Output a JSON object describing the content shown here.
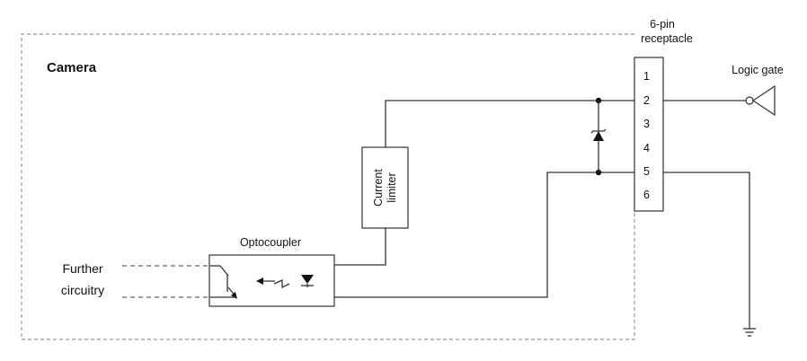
{
  "camera": {
    "title": "Camera"
  },
  "connector": {
    "title_line1": "6-pin",
    "title_line2": "receptacle",
    "pins": [
      "1",
      "2",
      "3",
      "4",
      "5",
      "6"
    ]
  },
  "logic_gate": {
    "label": "Logic gate"
  },
  "current_limiter": {
    "line1": "Current",
    "line2": "limiter"
  },
  "optocoupler": {
    "label": "Optocoupler"
  },
  "further": {
    "line1": "Further",
    "line2": "circuitry"
  }
}
